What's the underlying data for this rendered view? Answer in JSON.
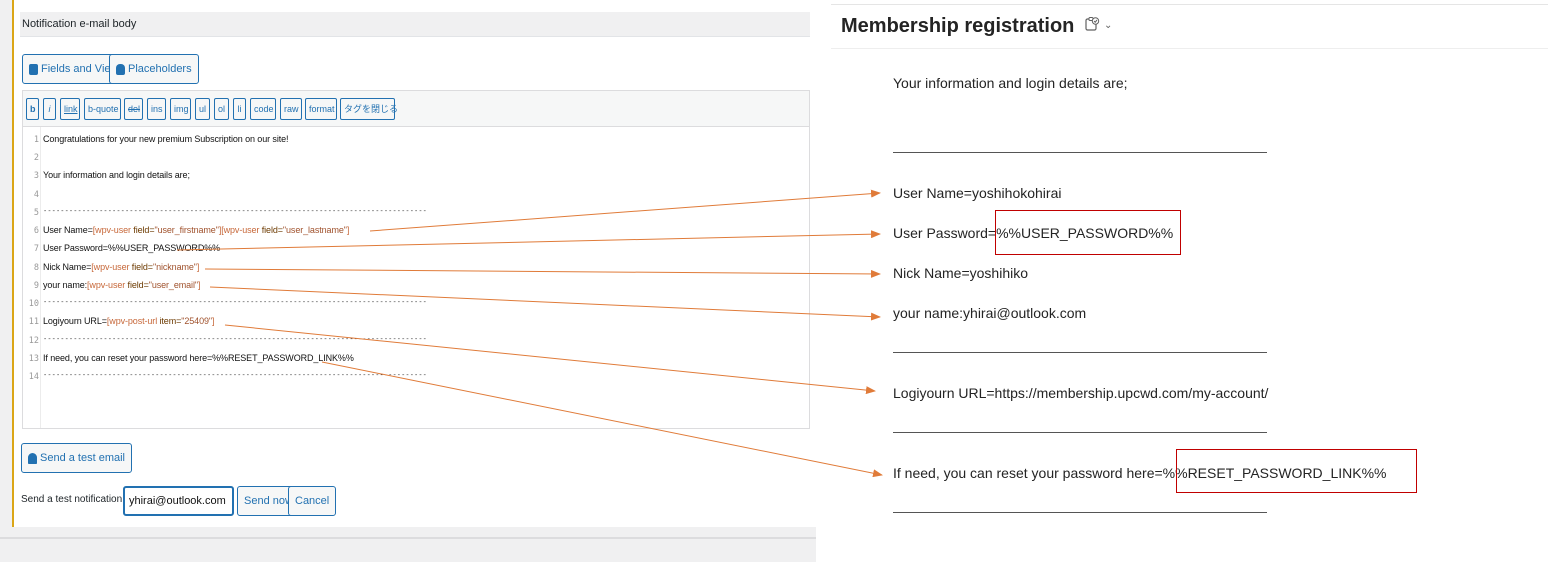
{
  "editor": {
    "section_title": "Notification e-mail body",
    "fields_views_button": "Fields and Views",
    "placeholders_button": "Placeholders",
    "quicktags": [
      "b",
      "i",
      "link",
      "b-quote",
      "del",
      "ins",
      "img",
      "ul",
      "ol",
      "li",
      "code",
      "raw",
      "format",
      "タグを閉じる"
    ],
    "lines": [
      {
        "n": "1",
        "text": "Congratulations for your new premium Subscription on our site!"
      },
      {
        "n": "2",
        "text": ""
      },
      {
        "n": "3",
        "text": "Your information and login details are;"
      },
      {
        "n": "4",
        "text": ""
      },
      {
        "n": "5",
        "text": "-----------------------------------------------------------------------------------------"
      },
      {
        "n": "6",
        "prefix": "User Name=",
        "sc1": "[wpv-user",
        "a1": " field=",
        "v1": "\"user_firstname\"",
        "e1": "]",
        "sc2": "[wpv-user",
        "a2": " field=",
        "v2": "\"user_lastname\"",
        "e2": "]"
      },
      {
        "n": "7",
        "text": "User Password=%%USER_PASSWORD%%"
      },
      {
        "n": "8",
        "prefix": "Nick Name=",
        "sc1": "[wpv-user",
        "a1": " field=",
        "v1": "\"nickname\"",
        "e1": "]"
      },
      {
        "n": "9",
        "prefix": "your name:",
        "sc1": "[wpv-user",
        "a1": " field=",
        "v1": "\"user_email\"",
        "e1": "]"
      },
      {
        "n": "10",
        "text": "-----------------------------------------------------------------------------------------"
      },
      {
        "n": "11",
        "prefix": "Logiyourn URL=",
        "sc1": "[wpv-post-url",
        "a1": " item=",
        "v1": "\"25409\"",
        "e1": "]"
      },
      {
        "n": "12",
        "text": "-----------------------------------------------------------------------------------------"
      },
      {
        "n": "13",
        "text": "If need, you can reset your password here=%%RESET_PASSWORD_LINK%%"
      },
      {
        "n": "14",
        "text": "-----------------------------------------------------------------------------------------"
      }
    ],
    "send_test_email_button": "Send a test email",
    "send_to_label": "Send a test notification to:",
    "test_email_value": "yhirai@outlook.com",
    "send_now_button": "Send now",
    "cancel_button": "Cancel"
  },
  "preview": {
    "subject": "Membership registration",
    "intro": "Your information and login details are;",
    "user_name": "User Name=yoshihokohirai",
    "user_password_label": "User Password=",
    "user_password_value": "%%USER_PASSWORD%%",
    "nick_name": "Nick Name=yoshihiko",
    "your_name": "your name:yhirai@outlook.com",
    "login_url": "Logiyourn URL=https://membership.upcwd.com/my-account/",
    "reset_label": "If need, you can reset your password here=",
    "reset_value": "%%RESET_PASSWORD_LINK%%"
  },
  "colors": {
    "arrow": "#e07b39",
    "highlight_box": "#c00000",
    "wp_blue": "#2271b1"
  }
}
